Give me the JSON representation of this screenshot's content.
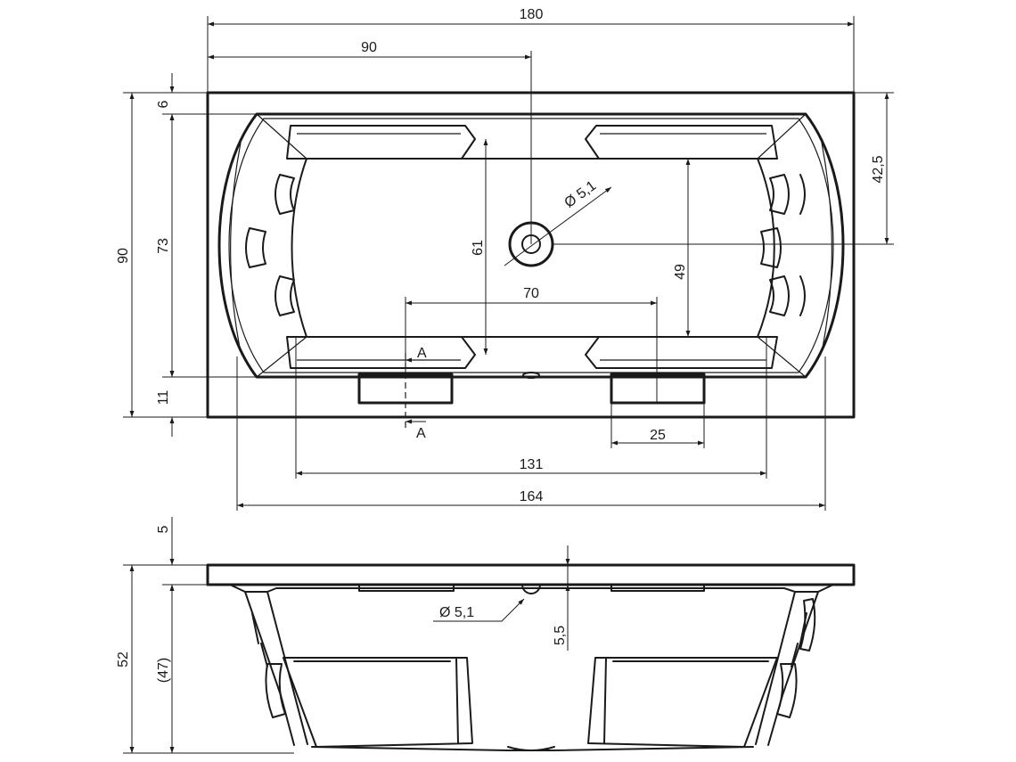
{
  "top_view": {
    "dimensions": {
      "overall_length": "180",
      "half_length": "90",
      "overall_width": "90",
      "inner_width": "73",
      "rim_top": "6",
      "rim_bottom": "11",
      "drain_offset": "42,5",
      "drain_diameter": "Ø 5,1",
      "floor_width_left": "61",
      "floor_width_right": "49",
      "armrest_gap": "70",
      "support_width": "25",
      "floor_length": "131",
      "inner_length": "164"
    },
    "section_labels": [
      "A",
      "A"
    ]
  },
  "side_view": {
    "dimensions": {
      "rim_thickness": "5",
      "overall_height": "52",
      "inner_depth": "(47)",
      "overflow_diameter": "Ø 5,1",
      "overflow_height": "5,5"
    }
  }
}
